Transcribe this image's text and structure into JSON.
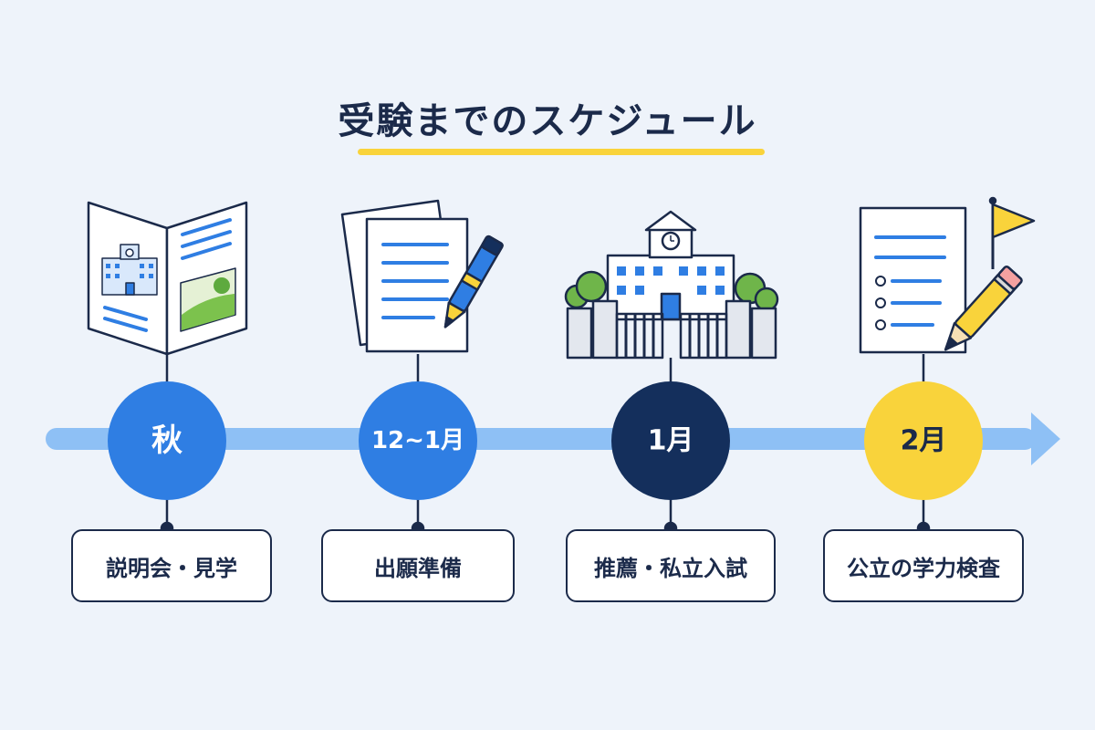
{
  "title": "受験までのスケジュール",
  "colors": {
    "accent_yellow": "#f9d33b",
    "timeline_light_blue": "#8ec0f5",
    "blue": "#2f7ee3",
    "navy": "#142f5c",
    "dark_outline": "#1b2a4a"
  },
  "steps": [
    {
      "period": "秋",
      "label": "説明会・見学",
      "icon": "brochure-icon"
    },
    {
      "period": "12~1月",
      "label": "出願準備",
      "icon": "documents-pen-icon"
    },
    {
      "period": "1月",
      "label": "推薦・私立入試",
      "icon": "school-building-icon"
    },
    {
      "period": "2月",
      "label": "公立の学力検査",
      "icon": "exam-sheet-flag-icon"
    }
  ]
}
